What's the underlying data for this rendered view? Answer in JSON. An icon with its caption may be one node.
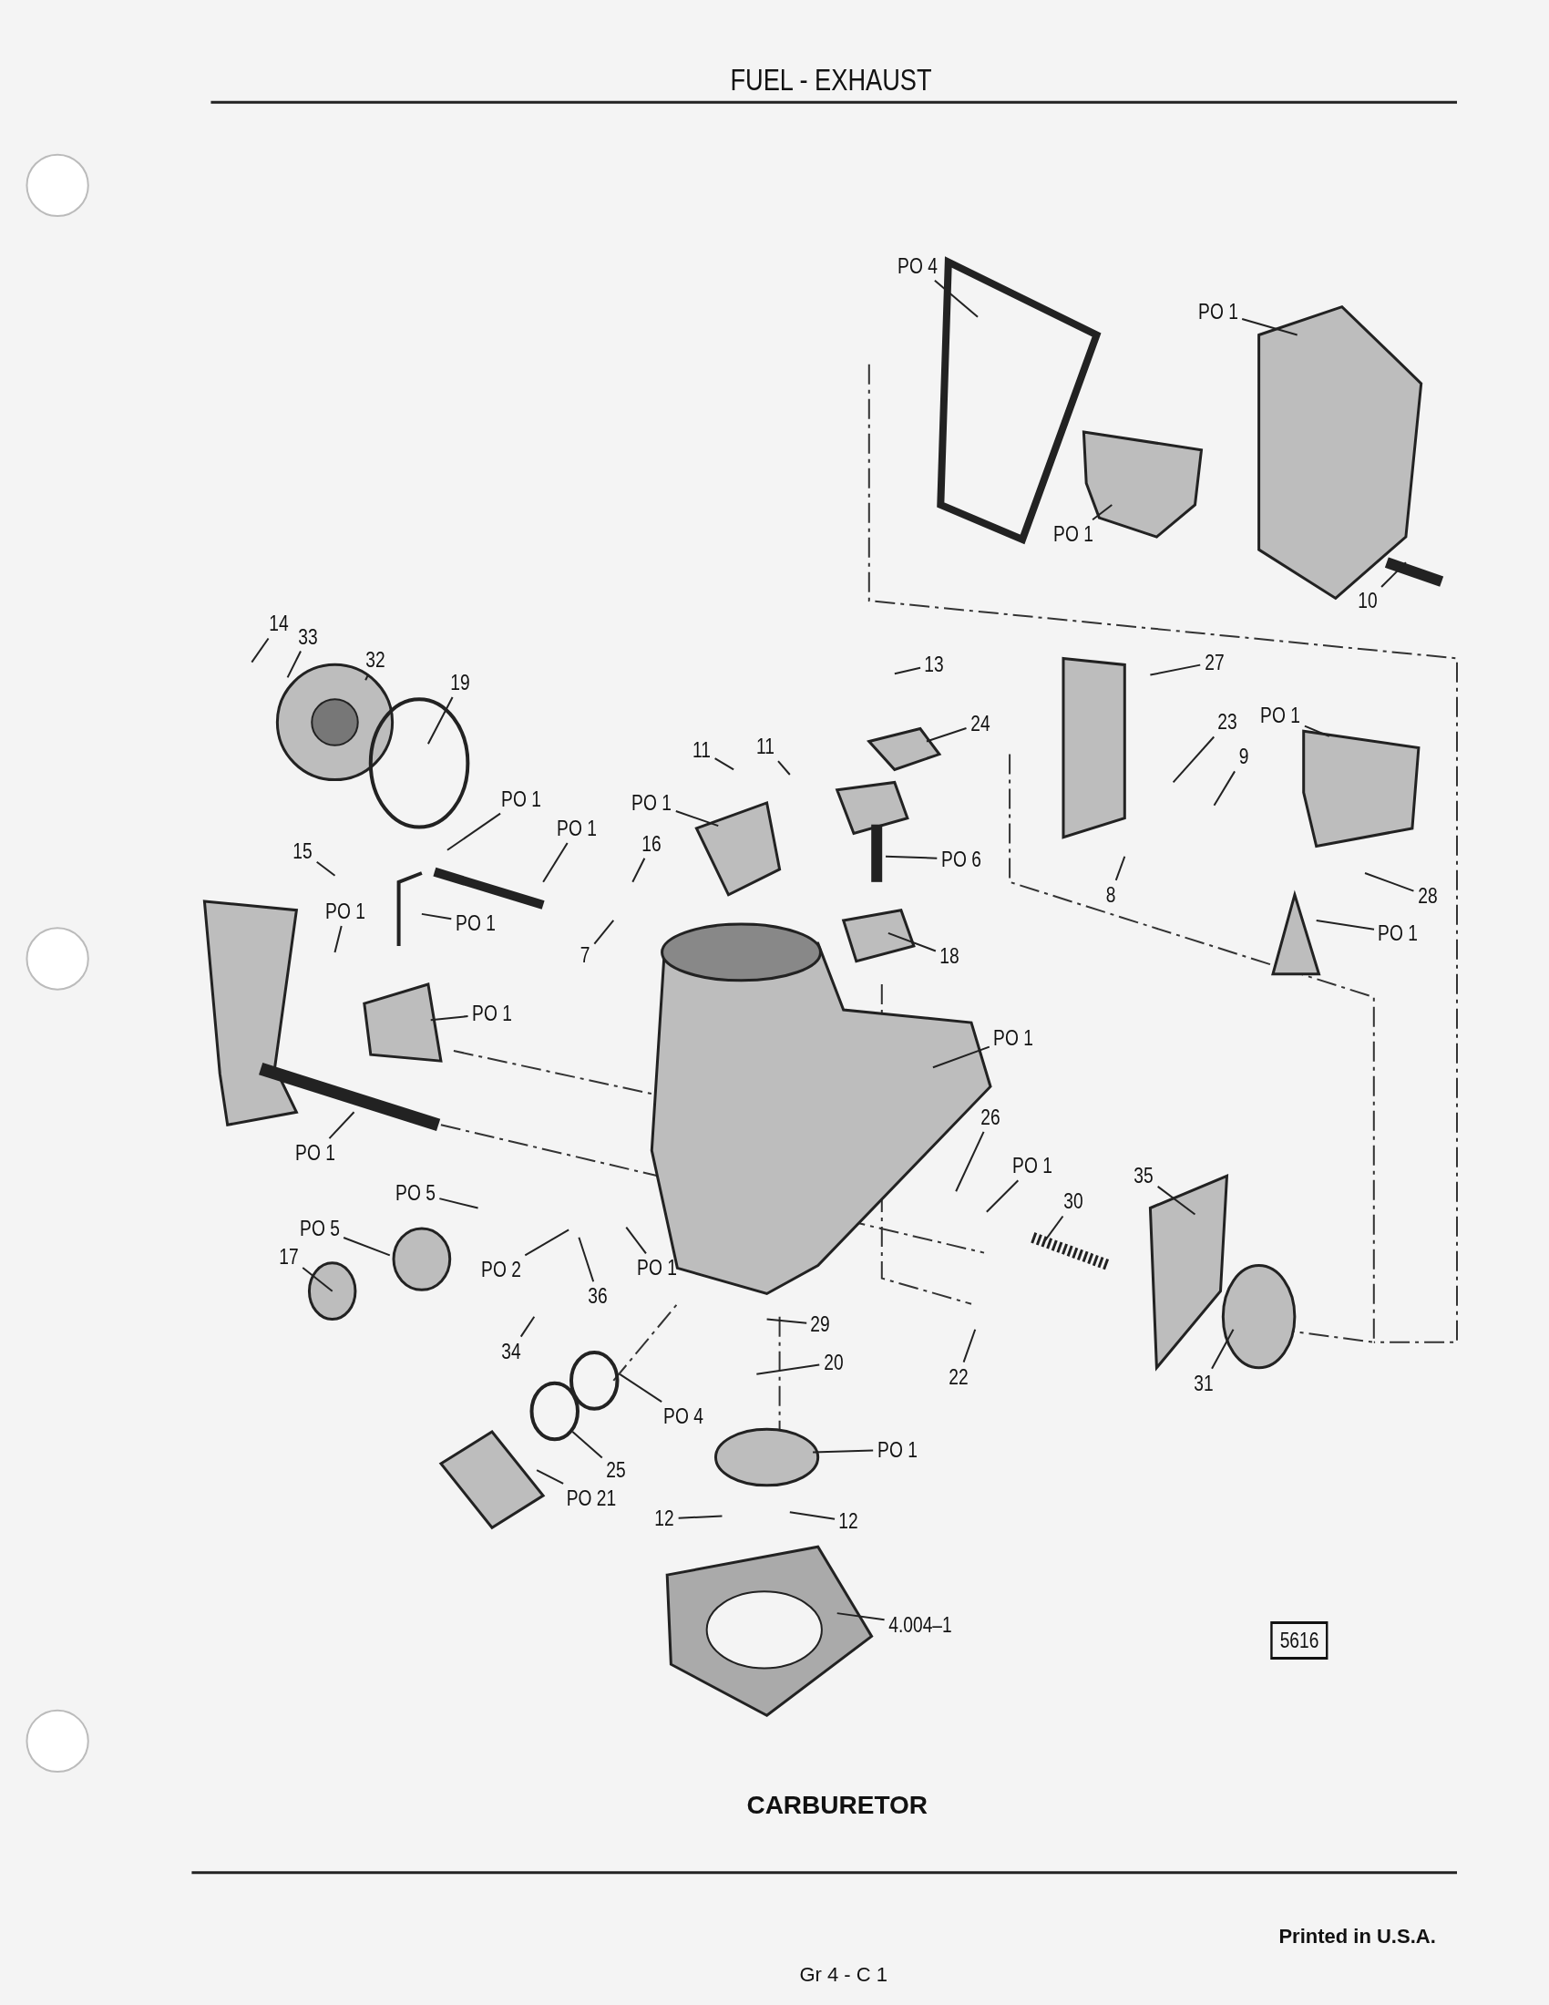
{
  "diagram": {
    "title": "FUEL - EXHAUST",
    "caption": "CARBURETOR",
    "nodes": [
      {
        "text": [
          "PO 4"
        ]
      },
      {
        "text": [
          "PO 1"
        ]
      },
      {
        "text": [
          "PO 1"
        ]
      },
      {
        "text": [
          "10"
        ]
      },
      {
        "text": [
          "14"
        ]
      },
      {
        "text": [
          "33"
        ]
      },
      {
        "text": [
          "32"
        ]
      },
      {
        "text": [
          "19"
        ]
      },
      {
        "text": [
          "13"
        ]
      },
      {
        "text": [
          "27"
        ]
      },
      {
        "text": [
          "24"
        ]
      },
      {
        "text": [
          "11"
        ]
      },
      {
        "text": [
          "11"
        ]
      },
      {
        "text": [
          "PO 1"
        ]
      },
      {
        "text": [
          "23"
        ]
      },
      {
        "text": [
          "9"
        ]
      },
      {
        "text": [
          "PO 1"
        ]
      },
      {
        "text": [
          "PO 1"
        ]
      },
      {
        "text": [
          "PO 1"
        ]
      },
      {
        "text": [
          "16"
        ]
      },
      {
        "text": [
          "PO 6"
        ]
      },
      {
        "text": [
          "15"
        ]
      },
      {
        "text": [
          "8"
        ]
      },
      {
        "text": [
          "28"
        ]
      },
      {
        "text": [
          "PO 1"
        ]
      },
      {
        "text": [
          "PO 1"
        ]
      },
      {
        "text": [
          "PO 1"
        ]
      },
      {
        "text": [
          "7"
        ]
      },
      {
        "text": [
          "18"
        ]
      },
      {
        "text": [
          "PO 1"
        ]
      },
      {
        "text": [
          "PO 1"
        ]
      },
      {
        "text": [
          "26"
        ]
      },
      {
        "text": [
          "PO 1"
        ]
      },
      {
        "text": [
          "PO 1"
        ]
      },
      {
        "text": [
          "PO 5"
        ]
      },
      {
        "text": [
          "30"
        ]
      },
      {
        "text": [
          "35"
        ]
      },
      {
        "text": [
          "PO 5"
        ]
      },
      {
        "text": [
          "17"
        ]
      },
      {
        "text": [
          "PO 2"
        ]
      },
      {
        "text": [
          "PO 1"
        ]
      },
      {
        "text": [
          "36"
        ]
      },
      {
        "text": [
          "34"
        ]
      },
      {
        "text": [
          "29"
        ]
      },
      {
        "text": [
          "22"
        ]
      },
      {
        "text": [
          "31"
        ]
      },
      {
        "text": [
          "20"
        ]
      },
      {
        "text": [
          "PO 4"
        ]
      },
      {
        "text": [
          "25"
        ]
      },
      {
        "text": [
          "PO 1"
        ]
      },
      {
        "text": [
          "PO 21"
        ]
      },
      {
        "text": [
          "12"
        ]
      },
      {
        "text": [
          "12"
        ]
      },
      {
        "text": [
          "4.004–1"
        ]
      }
    ],
    "edges": [
      {
        "from": 0,
        "to": null,
        "arrow": "none"
      },
      {
        "from": 1,
        "to": null,
        "arrow": "none"
      },
      {
        "from": 2,
        "to": null,
        "arrow": "none"
      },
      {
        "from": 3,
        "to": null,
        "arrow": "none"
      },
      {
        "from": 4,
        "to": null,
        "arrow": "none"
      },
      {
        "from": 5,
        "to": null,
        "arrow": "none"
      },
      {
        "from": 6,
        "to": null,
        "arrow": "none"
      },
      {
        "from": 7,
        "to": null,
        "arrow": "none"
      },
      {
        "from": 8,
        "to": null,
        "arrow": "none"
      },
      {
        "from": 9,
        "to": null,
        "arrow": "none"
      },
      {
        "from": 10,
        "to": null,
        "arrow": "none"
      },
      {
        "from": 11,
        "to": null,
        "arrow": "none"
      },
      {
        "from": 12,
        "to": null,
        "arrow": "none"
      },
      {
        "from": 13,
        "to": null,
        "arrow": "none"
      },
      {
        "from": 14,
        "to": null,
        "arrow": "none"
      },
      {
        "from": 15,
        "to": null,
        "arrow": "none"
      },
      {
        "from": 16,
        "to": null,
        "arrow": "none"
      },
      {
        "from": 17,
        "to": null,
        "arrow": "none"
      },
      {
        "from": 18,
        "to": null,
        "arrow": "none"
      },
      {
        "from": 19,
        "to": null,
        "arrow": "none"
      },
      {
        "from": 20,
        "to": null,
        "arrow": "none"
      },
      {
        "from": 21,
        "to": null,
        "arrow": "none"
      },
      {
        "from": 22,
        "to": null,
        "arrow": "none"
      },
      {
        "from": 23,
        "to": null,
        "arrow": "none"
      },
      {
        "from": 24,
        "to": null,
        "arrow": "none"
      },
      {
        "from": 25,
        "to": null,
        "arrow": "none"
      },
      {
        "from": 26,
        "to": null,
        "arrow": "none"
      },
      {
        "from": 27,
        "to": null,
        "arrow": "none"
      },
      {
        "from": 28,
        "to": null,
        "arrow": "none"
      },
      {
        "from": 29,
        "to": null,
        "arrow": "none"
      },
      {
        "from": 30,
        "to": null,
        "arrow": "none"
      },
      {
        "from": 31,
        "to": null,
        "arrow": "none"
      },
      {
        "from": 32,
        "to": null,
        "arrow": "none"
      },
      {
        "from": 33,
        "to": null,
        "arrow": "none"
      },
      {
        "from": 34,
        "to": null,
        "arrow": "none"
      },
      {
        "from": 35,
        "to": null,
        "arrow": "none"
      },
      {
        "from": 36,
        "to": null,
        "arrow": "none"
      },
      {
        "from": 37,
        "to": null,
        "arrow": "none"
      },
      {
        "from": 38,
        "to": null,
        "arrow": "none"
      },
      {
        "from": 39,
        "to": null,
        "arrow": "none"
      },
      {
        "from": 40,
        "to": null,
        "arrow": "none"
      },
      {
        "from": 41,
        "to": null,
        "arrow": "none"
      },
      {
        "from": 42,
        "to": null,
        "arrow": "none"
      },
      {
        "from": 43,
        "to": null,
        "arrow": "none"
      },
      {
        "from": 44,
        "to": null,
        "arrow": "none"
      },
      {
        "from": 45,
        "to": null,
        "arrow": "none"
      },
      {
        "from": 46,
        "to": null,
        "arrow": "none"
      },
      {
        "from": 47,
        "to": null,
        "arrow": "none"
      },
      {
        "from": 48,
        "to": null,
        "arrow": "none"
      },
      {
        "from": 49,
        "to": null,
        "arrow": "none"
      },
      {
        "from": 50,
        "to": null,
        "arrow": "none"
      },
      {
        "from": 51,
        "to": null,
        "arrow": "none"
      },
      {
        "from": 52,
        "to": null,
        "arrow": "none"
      },
      {
        "from": 53,
        "to": null,
        "arrow": "none"
      }
    ],
    "labels": [
      "5616",
      "Printed in U.S.A.",
      "Gr 4 - C 1"
    ]
  }
}
